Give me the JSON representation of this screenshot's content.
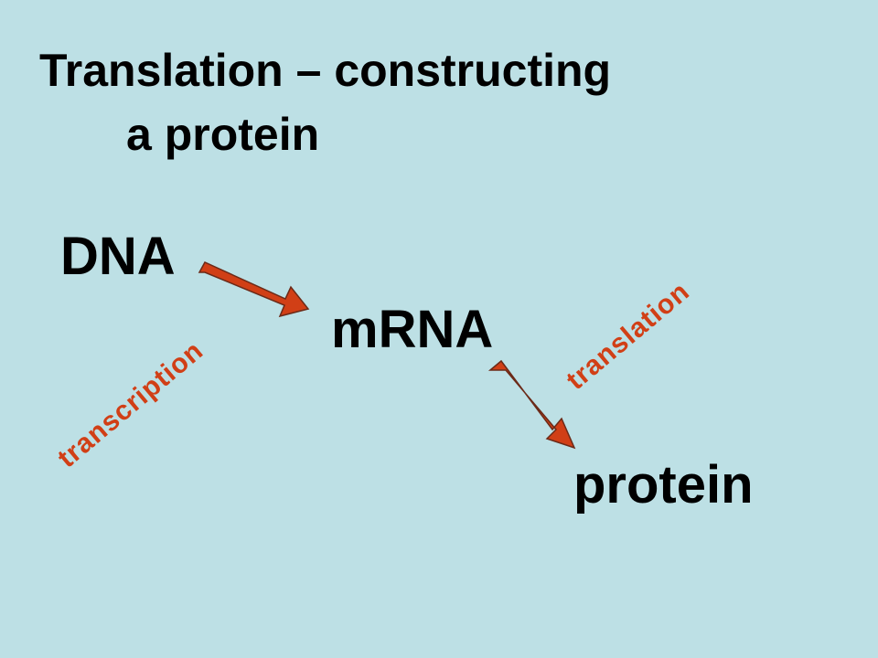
{
  "slide": {
    "title_line_1": "Translation – constructing",
    "title_line_2": "a protein"
  },
  "diagram": {
    "nodes": {
      "dna": "DNA",
      "mrna": "mRNA",
      "protein": "protein"
    },
    "processes": {
      "transcription": "transcription",
      "translation": "translation"
    },
    "arrow_color": "#d13f16",
    "label_color": "#d13f16",
    "background_color": "#bde0e5",
    "edges": [
      {
        "from": "DNA",
        "to": "mRNA",
        "label": "transcription"
      },
      {
        "from": "mRNA",
        "to": "protein",
        "label": "translation"
      }
    ]
  }
}
